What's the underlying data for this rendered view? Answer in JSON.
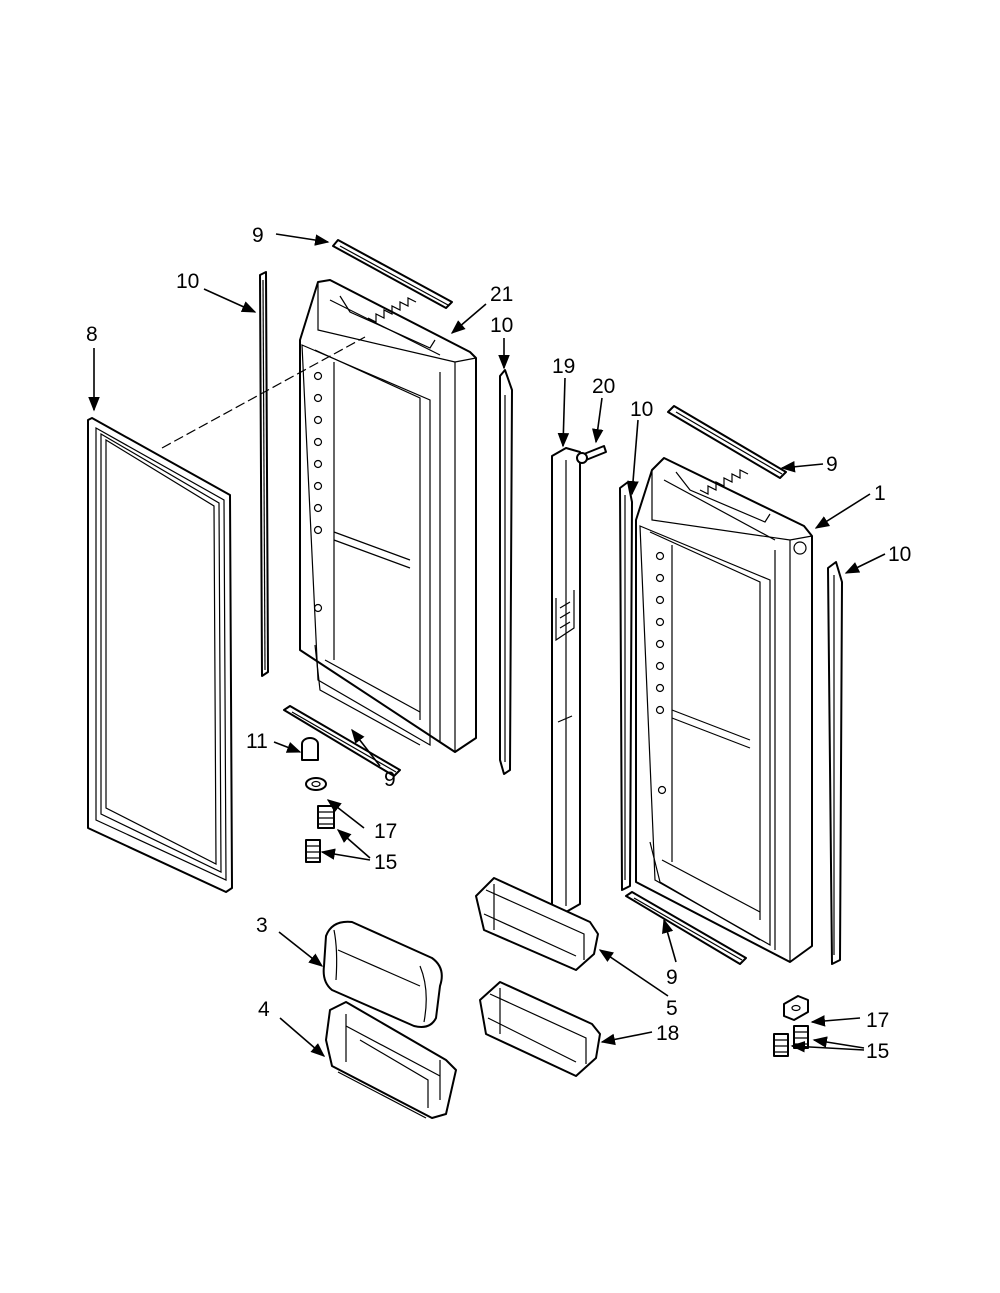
{
  "callouts": [
    "9",
    "10",
    "21",
    "8",
    "10",
    "19",
    "20",
    "10",
    "9",
    "1",
    "10",
    "11",
    "9",
    "17",
    "15",
    "3",
    "9",
    "5",
    "4",
    "18",
    "17",
    "15"
  ],
  "parts": {
    "gasket": "door-gasket",
    "left_door": "left-door-liner",
    "right_door": "right-door-liner",
    "mullion": "door-mullion",
    "tilt_bin": "tilt-out-bin",
    "bin_frame": "bin-frame",
    "bin_upper": "door-bin",
    "bin_lower": "door-bin",
    "trims": "door-trim",
    "hinge": "hinge-hardware"
  }
}
